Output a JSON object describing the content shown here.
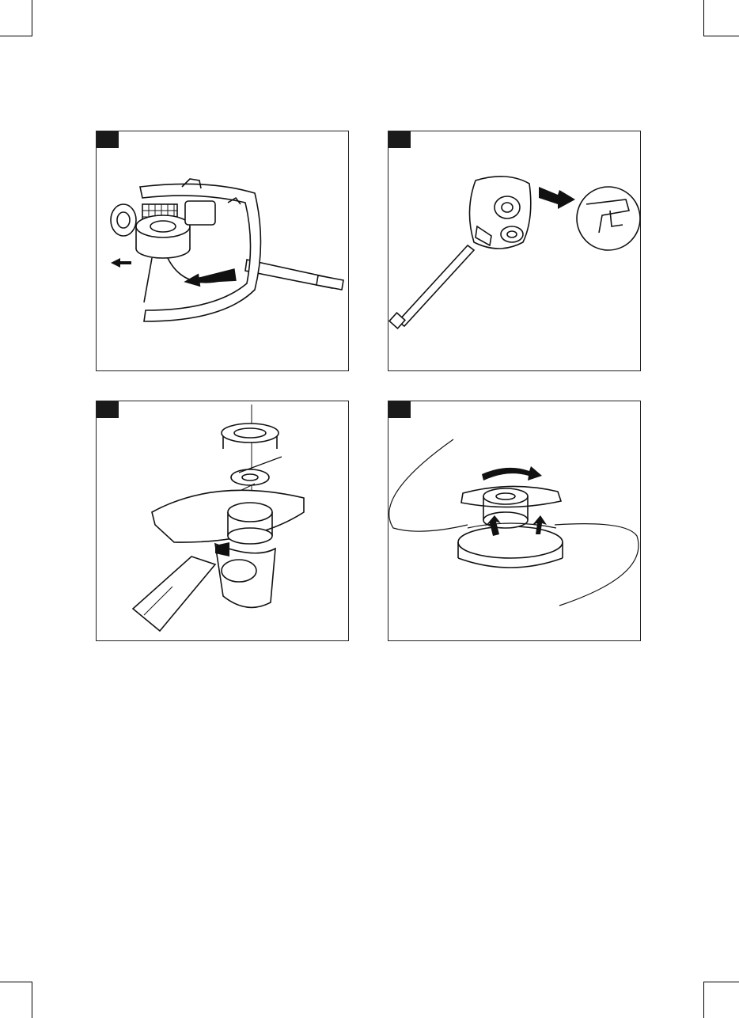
{
  "page": {
    "figures": [
      {
        "id": "fig-1",
        "number": ""
      },
      {
        "id": "fig-2",
        "number": ""
      },
      {
        "id": "fig-3",
        "number": ""
      },
      {
        "id": "fig-4",
        "number": ""
      }
    ]
  }
}
